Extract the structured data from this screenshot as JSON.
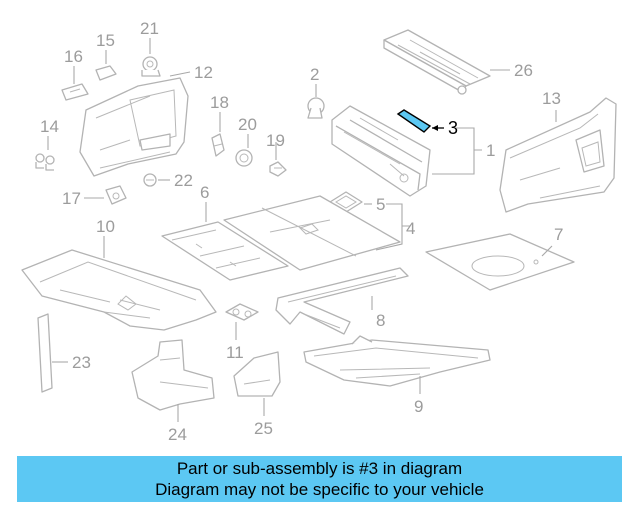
{
  "diagram": {
    "callouts": [
      "1",
      "2",
      "3",
      "4",
      "5",
      "6",
      "7",
      "8",
      "9",
      "10",
      "11",
      "12",
      "13",
      "14",
      "15",
      "16",
      "17",
      "18",
      "19",
      "20",
      "21",
      "22",
      "23",
      "24",
      "25",
      "26"
    ],
    "highlighted_part": "3"
  },
  "banner": {
    "line1": "Part or sub-assembly is #3 in diagram",
    "line2": "Diagram may not be specific to your vehicle"
  },
  "colors": {
    "highlight": "#5cc8f3",
    "line_art": "#b3b3b3",
    "label": "#9c9c9c"
  }
}
